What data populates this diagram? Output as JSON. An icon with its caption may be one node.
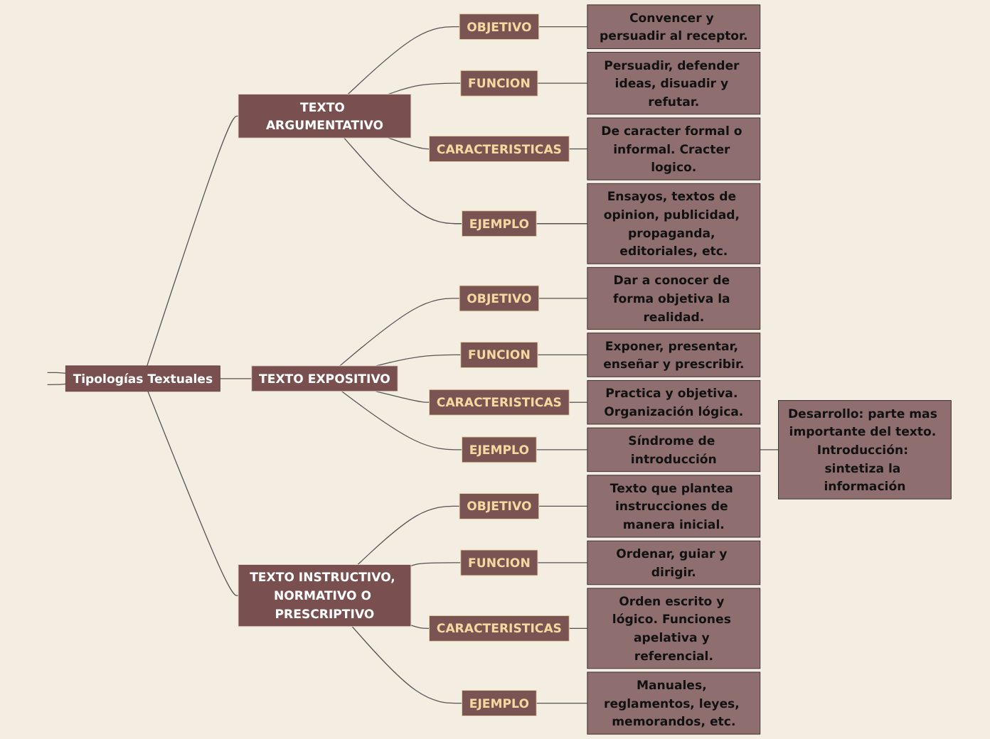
{
  "diagram": {
    "nodes": [
      {
        "text": [
          "Tipologías Textuales"
        ]
      },
      {
        "text": [
          "TEXTO ARGUMENTATIVO"
        ]
      },
      {
        "text": [
          "OBJETIVO"
        ]
      },
      {
        "text": [
          "Convencer y persuadir al receptor."
        ]
      },
      {
        "text": [
          "FUNCION"
        ]
      },
      {
        "text": [
          "Persuadir, defender ideas, disuadir y refutar."
        ]
      },
      {
        "text": [
          "CARACTERISTICAS"
        ]
      },
      {
        "text": [
          "De caracter formal o informal. Cracter logico."
        ]
      },
      {
        "text": [
          "EJEMPLO"
        ]
      },
      {
        "text": [
          "Ensayos, textos de opinion, publicidad, propaganda, editoriales, etc."
        ]
      },
      {
        "text": [
          "TEXTO EXPOSITIVO"
        ]
      },
      {
        "text": [
          "OBJETIVO"
        ]
      },
      {
        "text": [
          "Dar a conocer de forma objetiva la realidad."
        ]
      },
      {
        "text": [
          "FUNCION"
        ]
      },
      {
        "text": [
          "Exponer, presentar, enseñar y prescribir."
        ]
      },
      {
        "text": [
          "CARACTERISTICAS"
        ]
      },
      {
        "text": [
          "Practica y objetiva. Organización lógica."
        ]
      },
      {
        "text": [
          "EJEMPLO"
        ]
      },
      {
        "text": [
          "Síndrome de introducción"
        ]
      },
      {
        "text": [
          "Desarrollo: parte mas importante del texto. Introducción: sintetiza la información"
        ]
      },
      {
        "text": [
          "TEXTO INSTRUCTIVO, NORMATIVO O PRESCRIPTIVO"
        ]
      },
      {
        "text": [
          "OBJETIVO"
        ]
      },
      {
        "text": [
          "Texto que plantea instrucciones de manera inicial."
        ]
      },
      {
        "text": [
          "FUNCION"
        ]
      },
      {
        "text": [
          "Ordenar, guiar y dirigir."
        ]
      },
      {
        "text": [
          "CARACTERISTICAS"
        ]
      },
      {
        "text": [
          "Orden escrito y lógico. Funciones apelativa y referencial."
        ]
      },
      {
        "text": [
          "EJEMPLO"
        ]
      },
      {
        "text": [
          "Manuales, reglamentos, leyes, memorandos, etc."
        ]
      }
    ],
    "edges": [
      {
        "from": 0,
        "to": null,
        "arrow": "none"
      },
      {
        "from": 0,
        "to": 1,
        "arrow": "none"
      },
      {
        "from": 1,
        "to": 2,
        "arrow": "none"
      },
      {
        "from": 2,
        "to": 3,
        "arrow": "none"
      },
      {
        "from": 1,
        "to": 4,
        "arrow": "none"
      },
      {
        "from": 4,
        "to": 5,
        "arrow": "none"
      },
      {
        "from": 1,
        "to": 6,
        "arrow": "none"
      },
      {
        "from": 6,
        "to": 7,
        "arrow": "none"
      },
      {
        "from": 1,
        "to": 8,
        "arrow": "none"
      },
      {
        "from": 8,
        "to": 9,
        "arrow": "none"
      },
      {
        "from": 0,
        "to": 10,
        "arrow": "none"
      },
      {
        "from": 10,
        "to": 11,
        "arrow": "none"
      },
      {
        "from": 11,
        "to": 12,
        "arrow": "none"
      },
      {
        "from": 10,
        "to": 13,
        "arrow": "none"
      },
      {
        "from": 13,
        "to": 14,
        "arrow": "none"
      },
      {
        "from": 10,
        "to": 15,
        "arrow": "none"
      },
      {
        "from": 15,
        "to": 16,
        "arrow": "none"
      },
      {
        "from": 10,
        "to": 17,
        "arrow": "none"
      },
      {
        "from": 17,
        "to": 18,
        "arrow": "none"
      },
      {
        "from": 18,
        "to": 19,
        "arrow": "none"
      },
      {
        "from": 0,
        "to": 20,
        "arrow": "none"
      },
      {
        "from": 20,
        "to": 21,
        "arrow": "none"
      },
      {
        "from": 21,
        "to": 22,
        "arrow": "none"
      },
      {
        "from": 20,
        "to": 23,
        "arrow": "none"
      },
      {
        "from": 23,
        "to": 24,
        "arrow": "none"
      },
      {
        "from": 20,
        "to": 25,
        "arrow": "none"
      },
      {
        "from": 25,
        "to": 26,
        "arrow": "none"
      },
      {
        "from": 20,
        "to": 27,
        "arrow": "none"
      },
      {
        "from": 27,
        "to": 28,
        "arrow": "none"
      },
      {
        "from": 0,
        "to": null,
        "arrow": "none"
      }
    ]
  }
}
